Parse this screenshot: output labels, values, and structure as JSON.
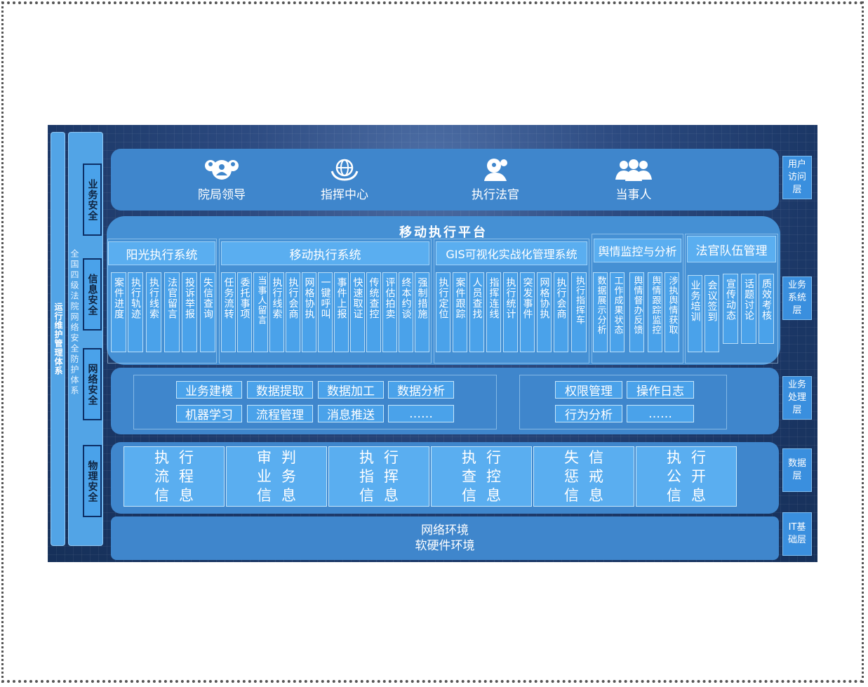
{
  "left_bars": {
    "ops_system": "运行维护管理体系",
    "defense_system": "全国四级法院网络安全防护体系"
  },
  "security": [
    "业务安全",
    "信息安全",
    "网络安全",
    "物理安全"
  ],
  "side_labels": [
    "用户访问层",
    "业务系统层",
    "业务处理层",
    "数据层",
    "IT基础层"
  ],
  "user_layer": {
    "items": [
      {
        "label": "院局领导",
        "icon": "leaders-icon"
      },
      {
        "label": "指挥中心",
        "icon": "command-globe-icon"
      },
      {
        "label": "执行法官",
        "icon": "judge-icon"
      },
      {
        "label": "当事人",
        "icon": "parties-icon"
      }
    ]
  },
  "platform": {
    "title": "移动执行平台",
    "systems": [
      {
        "name": "阳光执行系统",
        "items": [
          "案件进度",
          "执行轨迹",
          "执行线索",
          "法官留言",
          "投诉举报",
          "失信查询"
        ]
      },
      {
        "name": "移动执行系统",
        "items": [
          "任务流转",
          "委托事项",
          "当事人留言",
          "执行线索",
          "执行会商",
          "网格协执",
          "一键呼叫",
          "事件上报",
          "快速取证",
          "传统查控",
          "评估拍卖",
          "终本约谈",
          "强制措施"
        ]
      },
      {
        "name": "GIS可视化实战化管理系统",
        "items": [
          "执行定位",
          "案件跟踪",
          "人员查找",
          "指挥连线",
          "执行统计",
          "突发事件",
          "网格协执",
          "执行会商",
          "执行指挥车"
        ]
      },
      {
        "name": "舆情监控与分析",
        "items": [
          "数据展示分析",
          "工作成果状态",
          "舆情督办反馈",
          "舆情跟踪监控",
          "涉执舆情获取"
        ]
      },
      {
        "name": "法官队伍管理",
        "items": [
          "业务培训",
          "会议签到",
          "宣传动态",
          "话题讨论",
          "质效考核"
        ]
      }
    ]
  },
  "processing": {
    "left": [
      "业务建模",
      "数据提取",
      "数据加工",
      "数据分析",
      "机器学习",
      "流程管理",
      "消息推送",
      "……"
    ],
    "right": [
      "权限管理",
      "操作日志",
      "行为分析",
      "……"
    ]
  },
  "data_layer": [
    [
      "执行",
      "流程",
      "信息"
    ],
    [
      "审判",
      "业务",
      "信息"
    ],
    [
      "执行",
      "指挥",
      "信息"
    ],
    [
      "执行",
      "查控",
      "信息"
    ],
    [
      "失信",
      "惩戒",
      "信息"
    ],
    [
      "执行",
      "公开",
      "信息"
    ]
  ],
  "it_layer": [
    "网络环境",
    "软硬件环境"
  ],
  "colors": {
    "background": "#1b3766",
    "layer": "#3f86cc",
    "box": "#4aa2ea",
    "header": "#5aaef0"
  }
}
